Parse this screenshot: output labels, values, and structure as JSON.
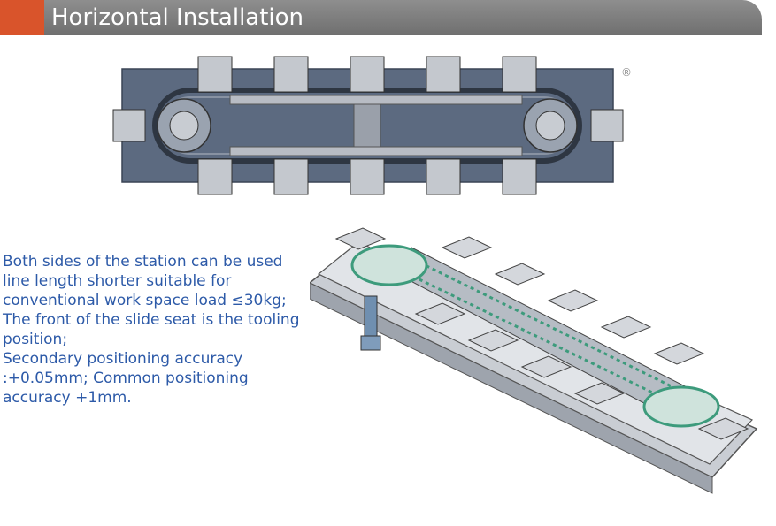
{
  "header": {
    "title": "Horizontal Installation",
    "accent_color": "#d9542b",
    "bar_color": "#7d7d7d"
  },
  "top_view": {
    "registered_mark": "®",
    "plate_color": "#5c6a80",
    "slide_count_per_side": 5
  },
  "description": {
    "lines": [
      "Both sides of the station can be used line length shorter suitable for conventional work space load ≤30kg;",
      "The front of the slide seat is the tooling position;",
      "Secondary positioning accuracy :+0.05mm; Common positioning accuracy +1mm."
    ],
    "text_color": "#2d5aa8"
  }
}
